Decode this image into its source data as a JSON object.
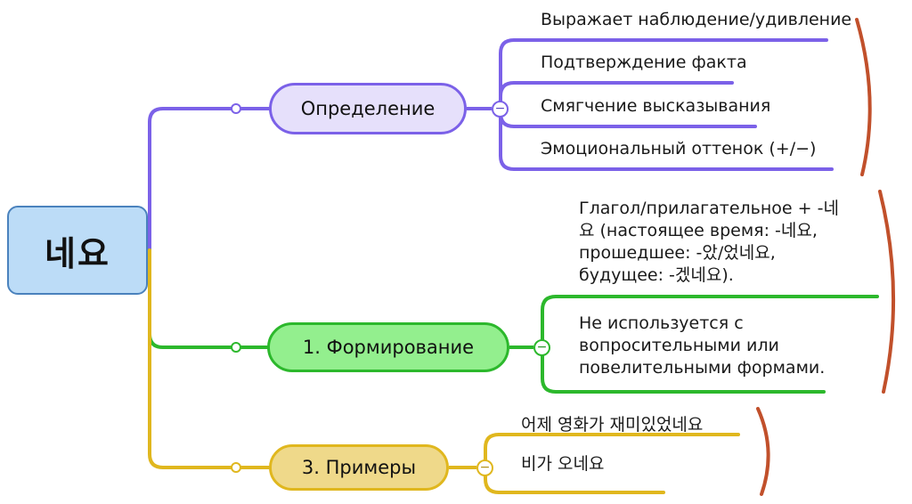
{
  "diagram": {
    "type": "mind-map",
    "topic": "네요",
    "background_color": "#ffffff",
    "root": {
      "label": "네요",
      "fill": "#bcdcf7",
      "stroke": "#4a82bd"
    },
    "branches": [
      {
        "id": "definition",
        "label": "Определение",
        "fill": "#e6e0fb",
        "stroke": "#7b61e8",
        "connector_color": "#7b61e8",
        "collapse_toggle": "−",
        "bracket_color": "#c1502b",
        "leaves": [
          {
            "text": "Выражает наблюдение/удивление"
          },
          {
            "text": "Подтверждение факта"
          },
          {
            "text": "Смягчение высказывания"
          },
          {
            "text": "Эмоциональный оттенок (+/−)"
          }
        ]
      },
      {
        "id": "formation",
        "label": "1. Формирование",
        "fill": "#93ef8e",
        "stroke": "#2cb82c",
        "connector_color": "#2cb82c",
        "collapse_toggle": "−",
        "bracket_color": "#c1502b",
        "leaves": [
          {
            "text": "Глагол/прилагательное + -네요 (настоящее время: -네요, прошедшее: -았/었네요, будущее: -겠네요)."
          },
          {
            "text": "Не используется с вопросительными или повелительными формами."
          }
        ]
      },
      {
        "id": "examples",
        "label": "3. Примеры",
        "fill": "#efd98a",
        "stroke": "#e0b71e",
        "connector_color": "#e0b71e",
        "collapse_toggle": "−",
        "bracket_color": "#c1502b",
        "leaves": [
          {
            "text": "어제 영화가 재미있었네요"
          },
          {
            "text": "비가 오네요"
          }
        ]
      }
    ]
  }
}
